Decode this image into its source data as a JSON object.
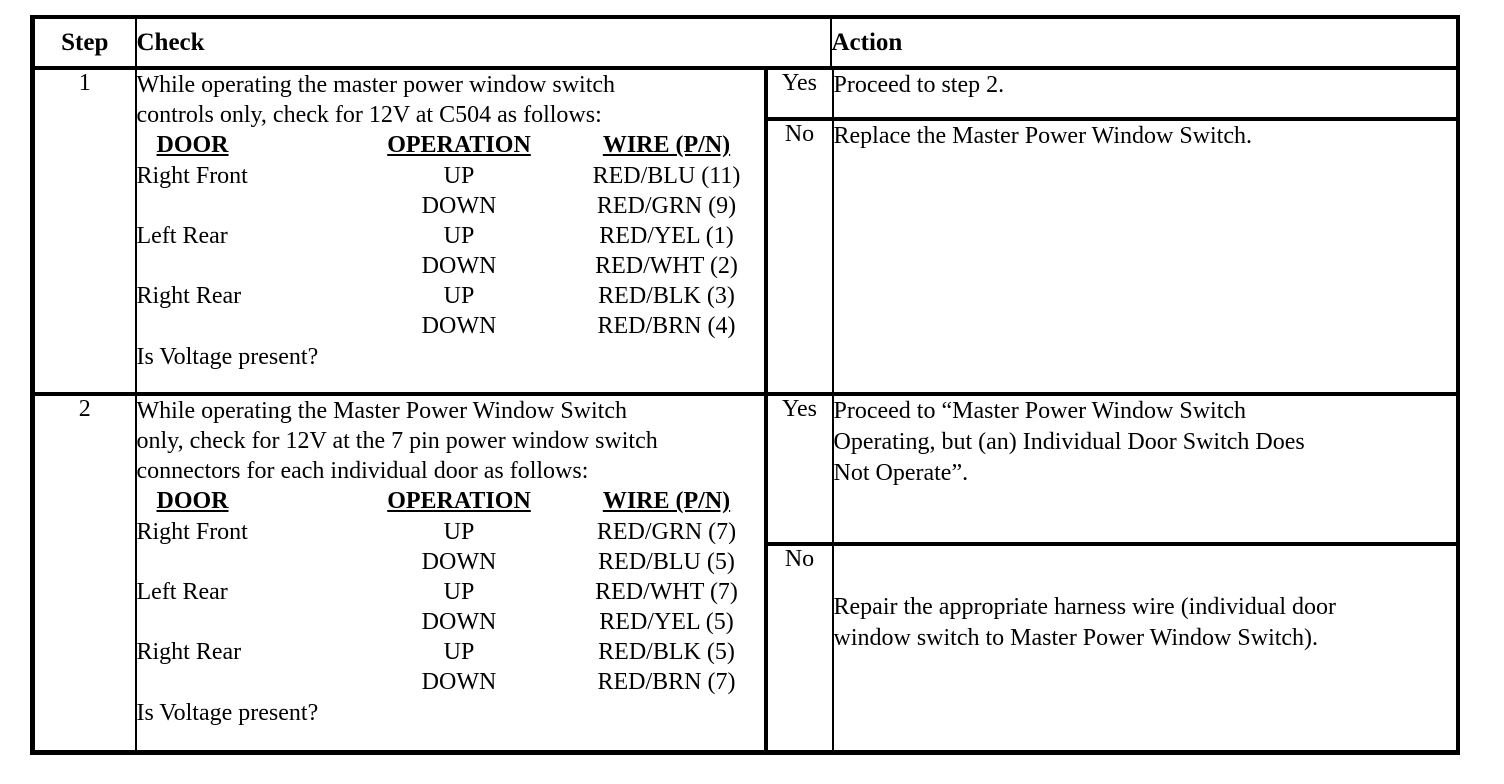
{
  "table": {
    "headers": {
      "step": "Step",
      "check": "Check",
      "action": "Action"
    },
    "wire_columns": {
      "door": "DOOR",
      "operation": "OPERATION",
      "wire": "WIRE (P/N)"
    },
    "rows": [
      {
        "step": "1",
        "check": {
          "intro_lines": [
            "While operating the master power window switch",
            "controls only, check for 12V at C504 as follows:"
          ],
          "wire_rows": [
            {
              "door": "Right Front",
              "operation": "UP",
              "wire": "RED/BLU (11)"
            },
            {
              "door": "",
              "operation": "DOWN",
              "wire": "RED/GRN (9)"
            },
            {
              "door": "Left Rear",
              "operation": "UP",
              "wire": "RED/YEL (1)"
            },
            {
              "door": "",
              "operation": "DOWN",
              "wire": "RED/WHT (2)"
            },
            {
              "door": "Right Rear",
              "operation": "UP",
              "wire": "RED/BLK (3)"
            },
            {
              "door": "",
              "operation": "DOWN",
              "wire": "RED/BRN (4)"
            }
          ],
          "outro": "Is Voltage present?"
        },
        "yes": {
          "label": "Yes",
          "action_lines": [
            "Proceed to step 2."
          ]
        },
        "no": {
          "label": "No",
          "action_lines": [
            "Replace the Master Power Window Switch."
          ]
        }
      },
      {
        "step": "2",
        "check": {
          "intro_lines": [
            "While operating the Master Power Window Switch",
            "only, check for 12V at the 7 pin power window switch",
            "connectors for each individual door as follows:"
          ],
          "wire_rows": [
            {
              "door": "Right Front",
              "operation": "UP",
              "wire": "RED/GRN (7)"
            },
            {
              "door": "",
              "operation": "DOWN",
              "wire": "RED/BLU (5)"
            },
            {
              "door": "Left Rear",
              "operation": "UP",
              "wire": "RED/WHT (7)"
            },
            {
              "door": "",
              "operation": "DOWN",
              "wire": "RED/YEL (5)"
            },
            {
              "door": "Right Rear",
              "operation": "UP",
              "wire": "RED/BLK (5)"
            },
            {
              "door": "",
              "operation": "DOWN",
              "wire": "RED/BRN (7)"
            }
          ],
          "outro": "Is Voltage present?"
        },
        "yes": {
          "label": "Yes",
          "action_lines": [
            "Proceed to “Master Power Window Switch",
            "Operating, but (an) Individual Door Switch Does",
            "Not Operate”."
          ]
        },
        "no": {
          "label": "No",
          "action_lines": [
            "Repair the appropriate harness wire (individual door",
            "window switch to Master Power Window Switch)."
          ]
        }
      }
    ]
  },
  "colors": {
    "ink": "#000000",
    "paper": "#ffffff"
  }
}
